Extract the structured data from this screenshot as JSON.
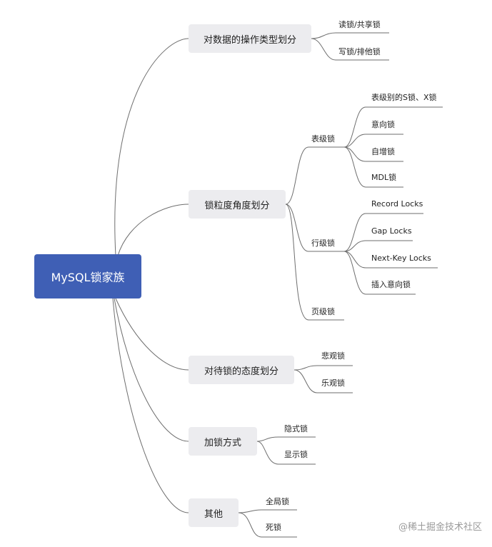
{
  "root": {
    "label": "MySQL锁家族"
  },
  "branches": [
    {
      "label": "对数据的操作类型划分",
      "leaves": [
        "读锁/共享锁",
        "写锁/排他锁"
      ]
    },
    {
      "label": "锁粒度角度划分",
      "groups": [
        {
          "label": "表级锁",
          "leaves": [
            "表级别的S锁、X锁",
            "意向锁",
            "自增锁",
            "MDL锁"
          ]
        },
        {
          "label": "行级锁",
          "leaves": [
            "Record Locks",
            "Gap Locks",
            "Next-Key Locks",
            "插入意向锁"
          ]
        },
        {
          "label": "页级锁"
        }
      ]
    },
    {
      "label": "对待锁的态度划分",
      "leaves": [
        "悲观锁",
        "乐观锁"
      ]
    },
    {
      "label": "加锁方式",
      "leaves": [
        "隐式锁",
        "显示锁"
      ]
    },
    {
      "label": "其他",
      "leaves": [
        "全局锁",
        "死锁"
      ]
    }
  ],
  "watermark": "@稀土掘金技术社区",
  "colors": {
    "root_fill": "#3f5fb5",
    "branch_fill": "#ececef",
    "connector": "#6e6e6e"
  }
}
